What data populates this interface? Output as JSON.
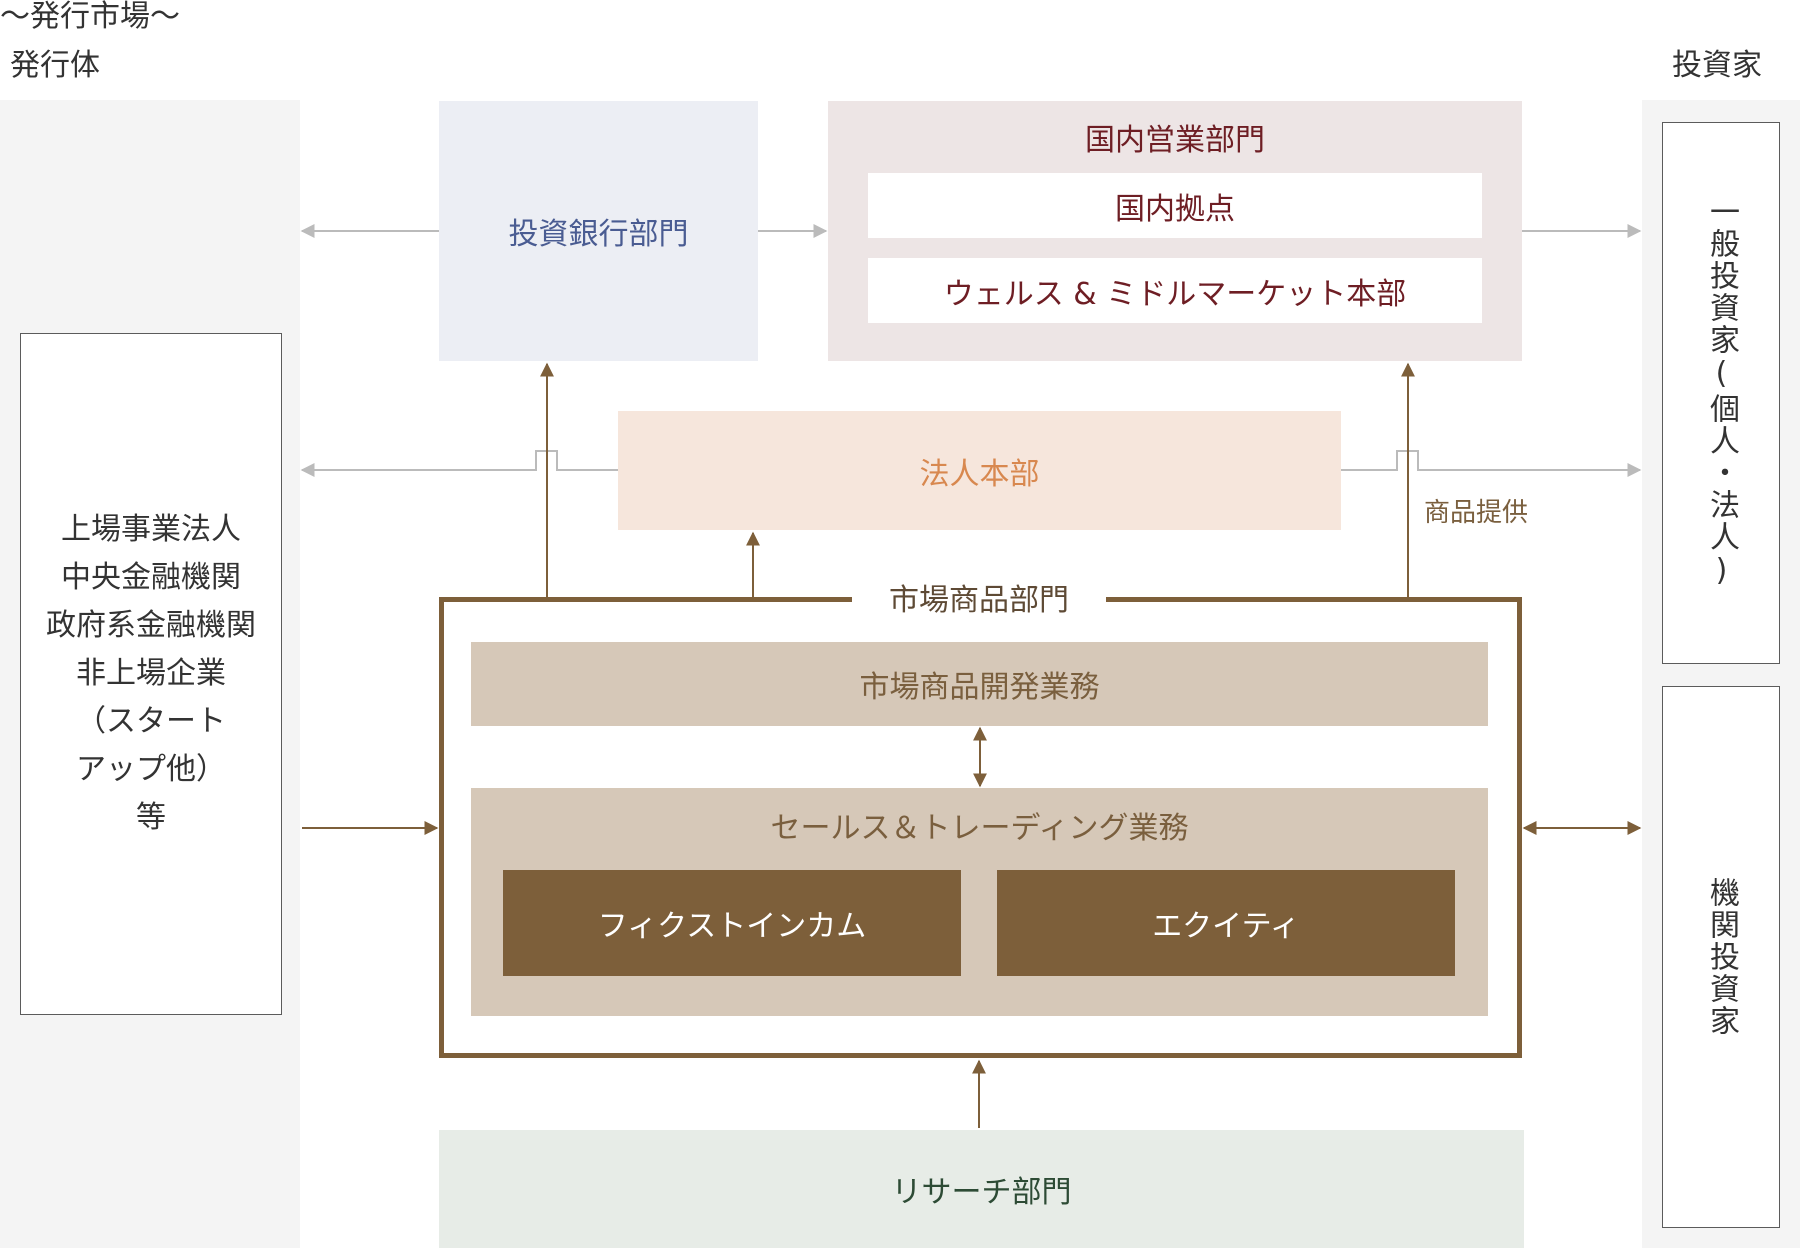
{
  "header": {
    "title": "〜発行市場〜",
    "issuer_label": "発行体",
    "investor_label": "投資家"
  },
  "issuers": {
    "items": [
      "上場事業法人",
      "中央金融機関",
      "政府系金融機関",
      "非上場企業",
      "（スタート",
      "アップ他）",
      "等"
    ]
  },
  "departments": {
    "investment_banking": "投資銀行部門",
    "domestic_sales": {
      "title": "国内営業部門",
      "sub1": "国内拠点",
      "sub2": "ウェルス & ミドルマーケット本部"
    },
    "corporate": "法人本部",
    "markets": {
      "title": "市場商品部門",
      "development": "市場商品開発業務",
      "sales_trading": "セールス＆トレーディング業務",
      "fixed_income": "フィクストインカム",
      "equity": "エクイティ"
    },
    "research": "リサーチ部門"
  },
  "labels": {
    "product_provision": "商品提供"
  },
  "investors": {
    "general": "一般投資家(個人・法人)",
    "institutional": "機関投資家"
  },
  "colors": {
    "brown": "#7d5f3a",
    "gray_arrow": "#bbbbbb",
    "ib_blue": "#4a5c92",
    "domestic_maroon": "#6e1e24",
    "corporate_orange": "#d8884f",
    "research_green": "#2d4b35"
  }
}
